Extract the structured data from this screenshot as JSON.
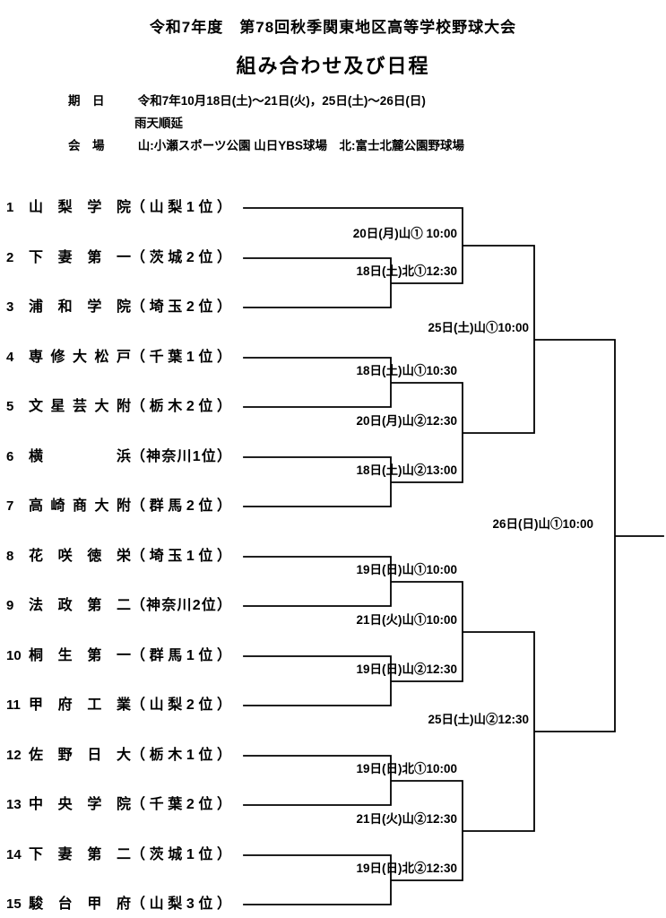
{
  "header": {
    "title": "令和7年度　第78回秋季関東地区高等学校野球大会",
    "subtitle": "組み合わせ及び日程"
  },
  "info": {
    "date_label": "期　日",
    "dates": "令和7年10月18日(土)～21日(火)，25日(土)～26日(日)",
    "rain_note": "雨天順延",
    "venue_label": "会　場",
    "venues": "山:小瀬スポーツ公園 山日YBS球場　北:富士北麓公園野球場"
  },
  "teams": [
    {
      "num": "1",
      "name": "山梨学院",
      "seed": "（山梨1位）"
    },
    {
      "num": "2",
      "name": "下妻第一",
      "seed": "（茨城2位）"
    },
    {
      "num": "3",
      "name": "浦和学院",
      "seed": "（埼玉2位）"
    },
    {
      "num": "4",
      "name": "専修大松戸",
      "seed": "（千葉1位）"
    },
    {
      "num": "5",
      "name": "文星芸大附",
      "seed": "（栃木2位）"
    },
    {
      "num": "6",
      "name": "横浜",
      "seed": "（神奈川1位）"
    },
    {
      "num": "7",
      "name": "高崎商大附",
      "seed": "（群馬2位）"
    },
    {
      "num": "8",
      "name": "花咲徳栄",
      "seed": "（埼玉1位）"
    },
    {
      "num": "9",
      "name": "法政第二",
      "seed": "（神奈川2位）"
    },
    {
      "num": "10",
      "name": "桐生第一",
      "seed": "（群馬1位）"
    },
    {
      "num": "11",
      "name": "甲府工業",
      "seed": "（山梨2位）"
    },
    {
      "num": "12",
      "name": "佐野日大",
      "seed": "（栃木1位）"
    },
    {
      "num": "13",
      "name": "中央学院",
      "seed": "（千葉2位）"
    },
    {
      "num": "14",
      "name": "下妻第二",
      "seed": "（茨城1位）"
    },
    {
      "num": "15",
      "name": "駿台甲府",
      "seed": "（山梨3位）"
    }
  ],
  "matches": [
    {
      "label": "20日(月)山① 10:00"
    },
    {
      "label": "18日(土)北①12:30"
    },
    {
      "label": "25日(土)山①10:00"
    },
    {
      "label": "18日(土)山①10:30"
    },
    {
      "label": "20日(月)山②12:30"
    },
    {
      "label": "18日(土)山②13:00"
    },
    {
      "label": "26日(日)山①10:00"
    },
    {
      "label": "19日(日)山①10:00"
    },
    {
      "label": "21日(火)山①10:00"
    },
    {
      "label": "19日(日)山②12:30"
    },
    {
      "label": "25日(土)山②12:30"
    },
    {
      "label": "19日(日)北①10:00"
    },
    {
      "label": "21日(火)山②12:30"
    },
    {
      "label": "19日(日)北②12:30"
    }
  ]
}
